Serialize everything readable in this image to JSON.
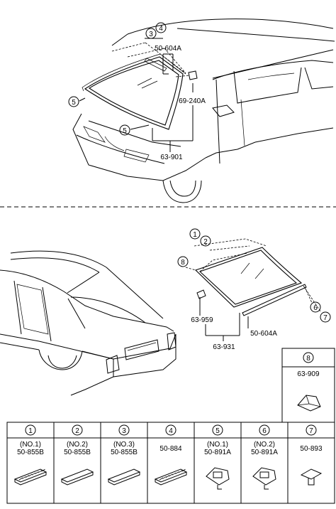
{
  "top_callouts": {
    "c3": "3",
    "c4": "4",
    "c5a": "5",
    "c5b": "5",
    "molding": "50-604A",
    "clip": "69-240A",
    "glass": "63-901"
  },
  "bottom_callouts": {
    "c1": "1",
    "c2": "2",
    "c8": "8",
    "c6": "6",
    "c7": "7",
    "cap": "63-959",
    "glass": "63-931",
    "molding": "50-604A"
  },
  "parts_box_8": {
    "num": "8",
    "part": "63-909"
  },
  "parts_table": [
    {
      "num": "1",
      "sub": "(NO.1)",
      "part": "50-855B",
      "icon": "long-clip-ribbed"
    },
    {
      "num": "2",
      "sub": "(NO.2)",
      "part": "50-855B",
      "icon": "long-clip"
    },
    {
      "num": "3",
      "sub": "(NO.3)",
      "part": "50-855B",
      "icon": "long-clip"
    },
    {
      "num": "4",
      "sub": "",
      "part": "50-884",
      "icon": "long-clip-ribbed"
    },
    {
      "num": "5",
      "sub": "(NO.1)",
      "part": "50-891A",
      "icon": "molding-clip"
    },
    {
      "num": "6",
      "sub": "(NO.2)",
      "part": "50-891A",
      "icon": "molding-clip"
    },
    {
      "num": "7",
      "sub": "",
      "part": "50-893",
      "icon": "push-clip"
    }
  ]
}
